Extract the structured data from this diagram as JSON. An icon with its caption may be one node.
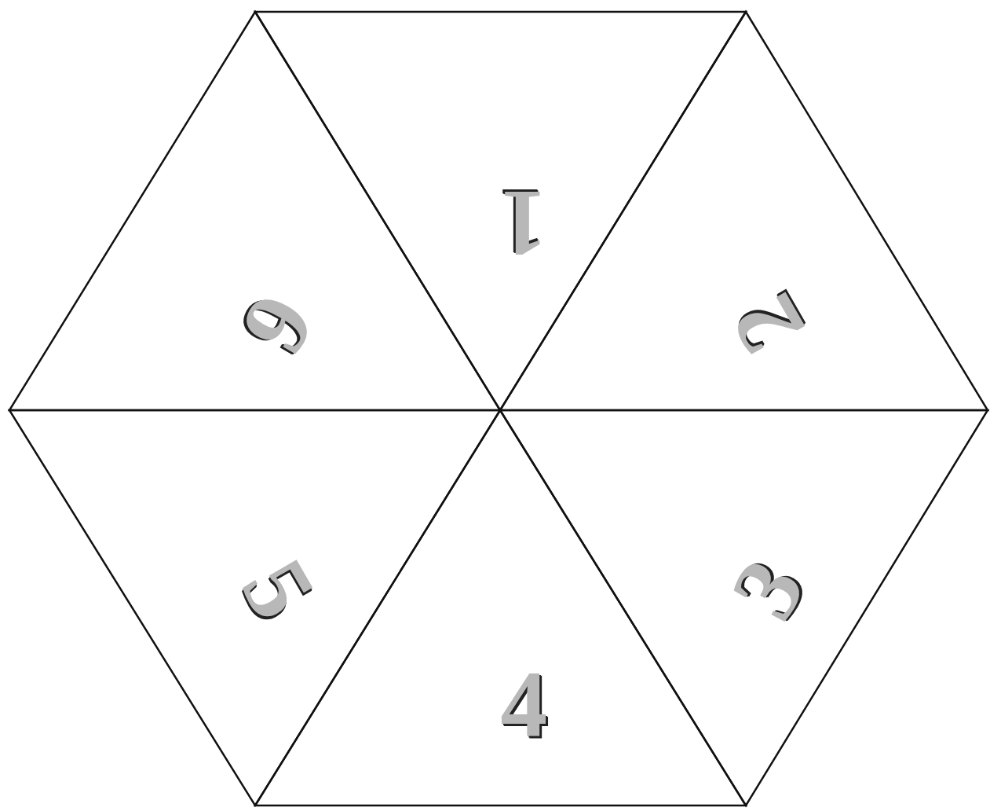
{
  "diagram": {
    "nodes": [
      {
        "text": [
          "1"
        ]
      },
      {
        "text": [
          "2"
        ]
      },
      {
        "text": [
          "3"
        ]
      },
      {
        "text": [
          "4"
        ]
      },
      {
        "text": [
          "5"
        ]
      },
      {
        "text": [
          "6"
        ]
      }
    ]
  }
}
